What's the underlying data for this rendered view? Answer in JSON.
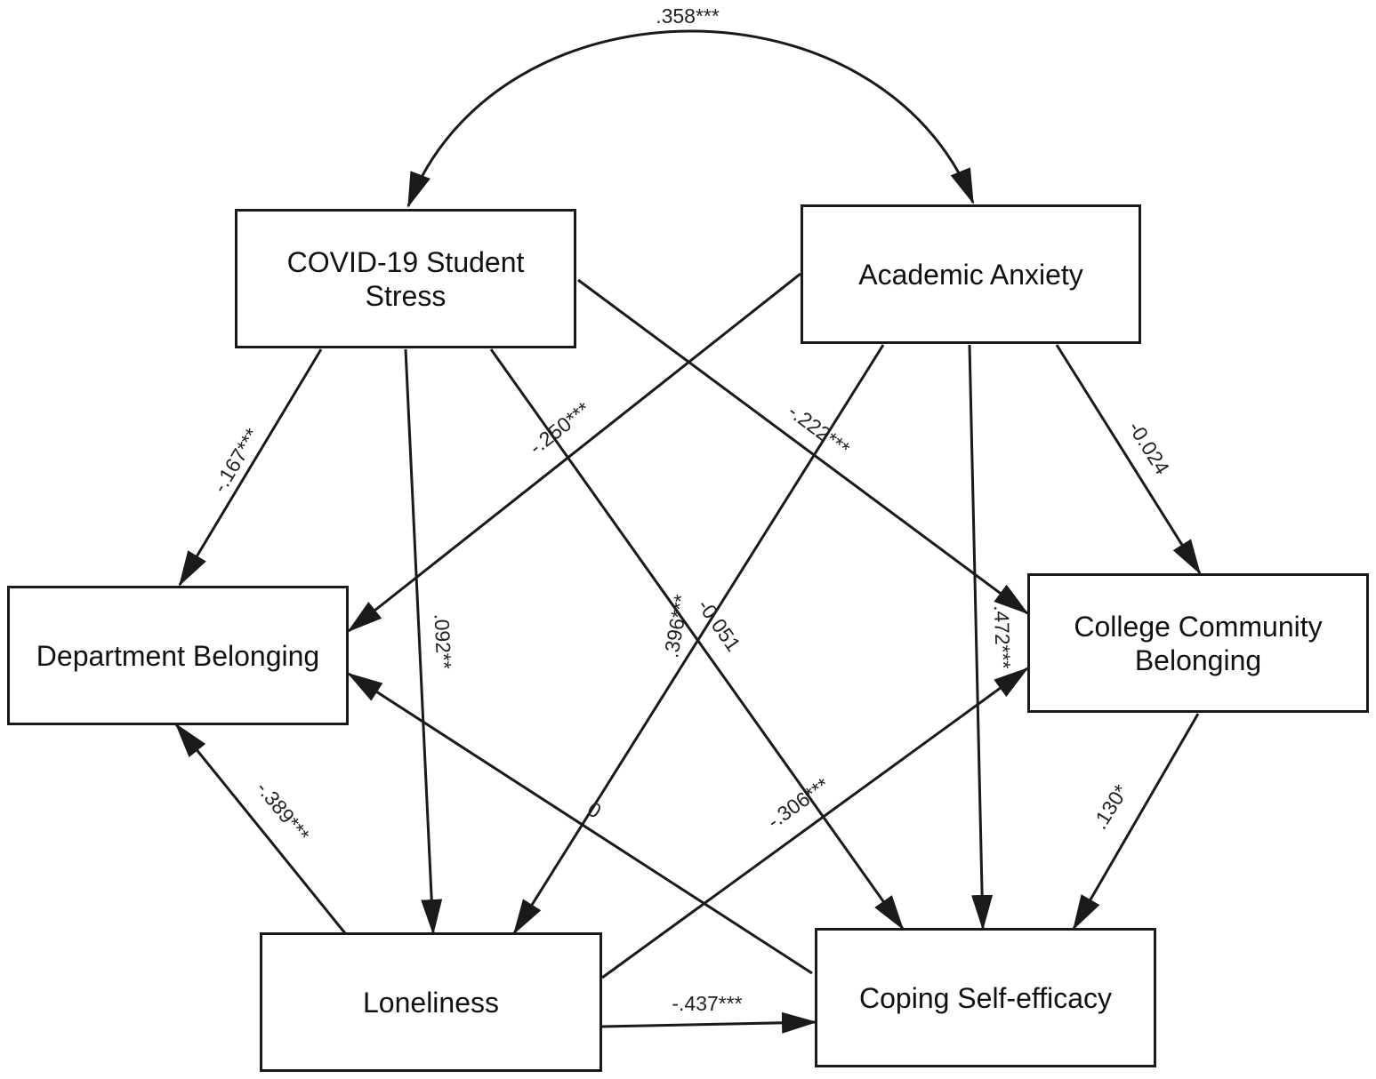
{
  "nodes": {
    "covid_stress": {
      "line1": "COVID-19 Student",
      "line2": "Stress"
    },
    "academic_anxiety": {
      "line1": "Academic Anxiety"
    },
    "department_belonging": {
      "line1": "Department Belonging"
    },
    "college_belonging": {
      "line1": "College Community",
      "line2": "Belonging"
    },
    "loneliness": {
      "line1": "Loneliness"
    },
    "coping": {
      "line1": "Coping Self-efficacy"
    }
  },
  "paths": {
    "covariance": ".358***",
    "stress_to_dept": "-.167***",
    "stress_to_lonely": ".092**",
    "stress_to_coping": ".396***",
    "stress_to_college": "-.222***",
    "anxiety_to_dept": "-.250***",
    "anxiety_to_lonely": "0",
    "anxiety_to_coping": ".472***",
    "anxiety_to_college": "-0.024",
    "lonely_to_dept": "-.389***",
    "lonely_to_college": "-.306***",
    "lonely_to_coping": "-.437***",
    "college_to_coping": ".130*",
    "coping_to_dept": "-0.051"
  },
  "colors": {
    "line": "#1a1a1a",
    "text": "#222222"
  }
}
